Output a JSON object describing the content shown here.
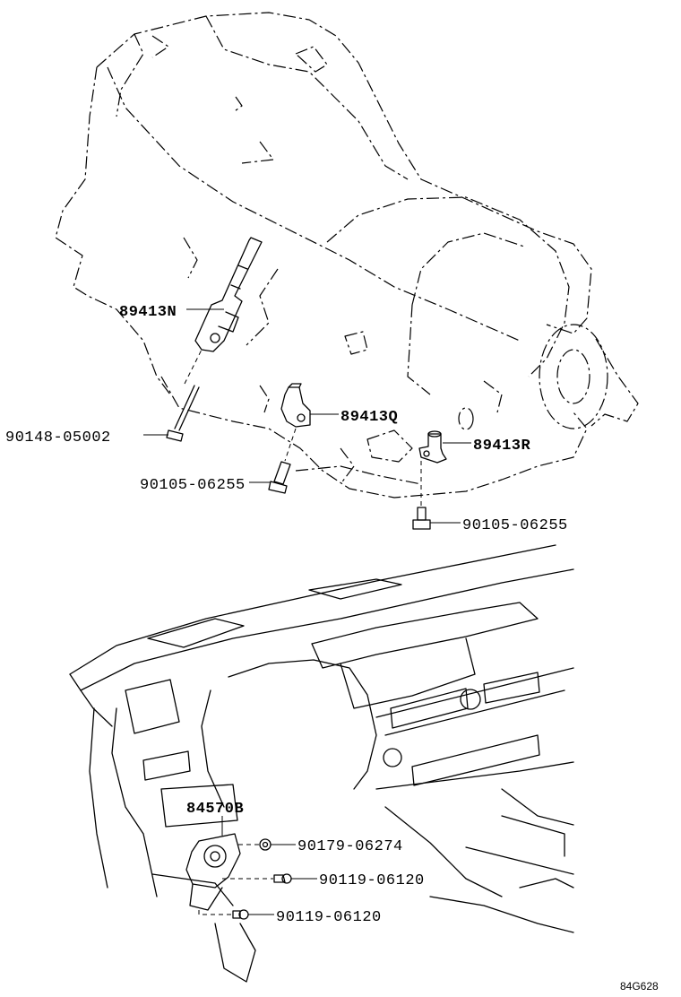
{
  "diagram": {
    "ref_code": "84G628",
    "transmission_callouts": {
      "neutral_switch": "89413N",
      "speed_sensor_q": "89413Q",
      "speed_sensor_r": "89413R",
      "neutral_switch_bolt": "90148-05002",
      "sensor_q_bolt": "90105-06255",
      "sensor_r_bolt": "90105-06255"
    },
    "dashboard_callouts": {
      "switch_assembly": "84570B",
      "nut": "90179-06274",
      "screw_upper": "90119-06120",
      "screw_lower": "90119-06120"
    }
  }
}
